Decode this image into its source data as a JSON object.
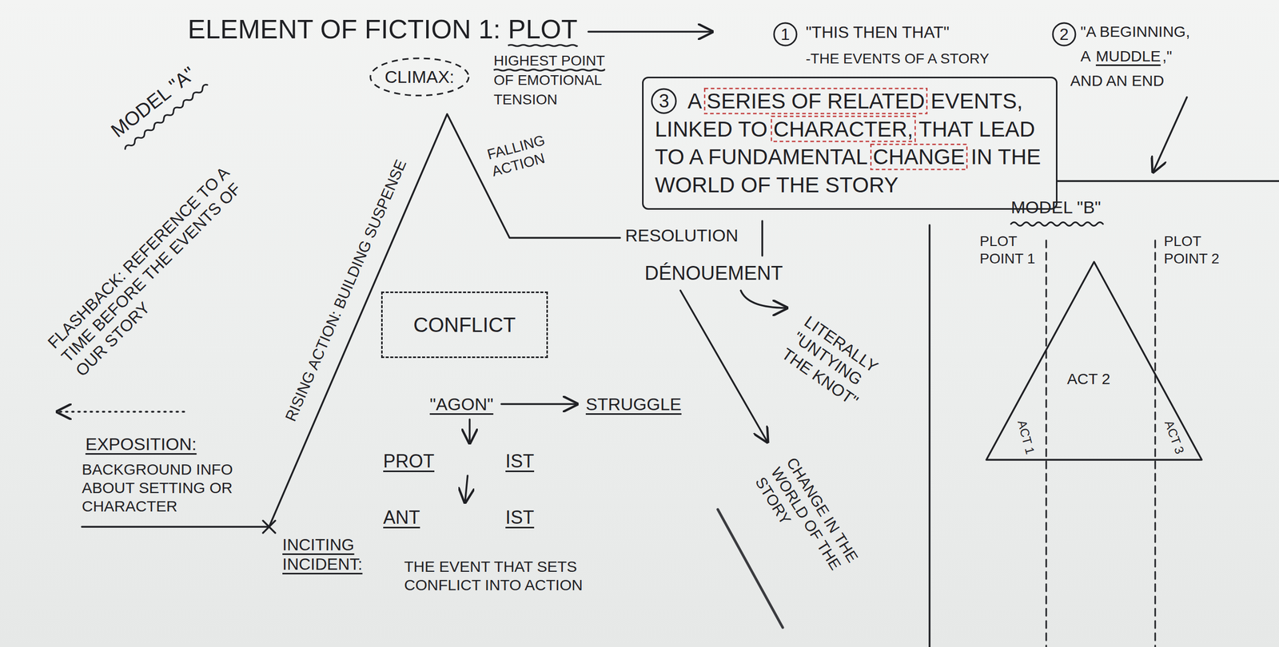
{
  "diagram": {
    "title": "ELEMENT OF FICTION 1: PLOT",
    "nodes": [
      {
        "text": [
          "1"
        ]
      },
      {
        "text": [
          "2"
        ]
      },
      {
        "text": [
          "CLIMAX:"
        ]
      },
      {
        "text": [
          "A SERIES OF RELATED EVENTS, LINKED TO CHARACTER, THAT LEAD TO A FUNDAMENTAL CHANGE IN THE WORLD OF THE STORY"
        ]
      },
      {
        "text": [
          "3"
        ],
        "in": 3
      },
      {
        "text": [
          "CONFLICT"
        ]
      },
      {
        "text": [
          "ACT 2",
          "ACT 1",
          "ACT 3"
        ]
      }
    ],
    "labels": [
      "\"THIS THEN THAT\"",
      "-THE EVENTS OF A STORY",
      "\"A BEGINNING,",
      "A",
      "MUDDLE",
      ",\"",
      "AND AN END",
      "MODEL \"A\"",
      "HIGHEST POINT OF EMOTIONAL TENSION",
      "FALLING ACTION",
      "RISING ACTION: BUILDING SUSPENSE",
      "FLASHBACK: REFERENCE TO A TIME BEFORE THE EVENTS OF OUR STORY",
      "RESOLUTION",
      "DÉNOUEMENT",
      "MODEL \"B\"",
      "PLOT POINT 1",
      "PLOT POINT 2",
      "LITERALLY \"UNTYING THE KNOT\"",
      "\"AGON\"",
      "STRUGGLE",
      "PROT",
      "IST",
      "EXPOSITION:",
      "BACKGROUND INFO ABOUT SETTING OR CHARACTER",
      "ANT",
      "IST",
      "CHANGE IN THE WORLD OF THE STORY",
      "INCITING INCIDENT:",
      "THE EVENT THAT SETS CONFLICT INTO ACTION"
    ]
  }
}
